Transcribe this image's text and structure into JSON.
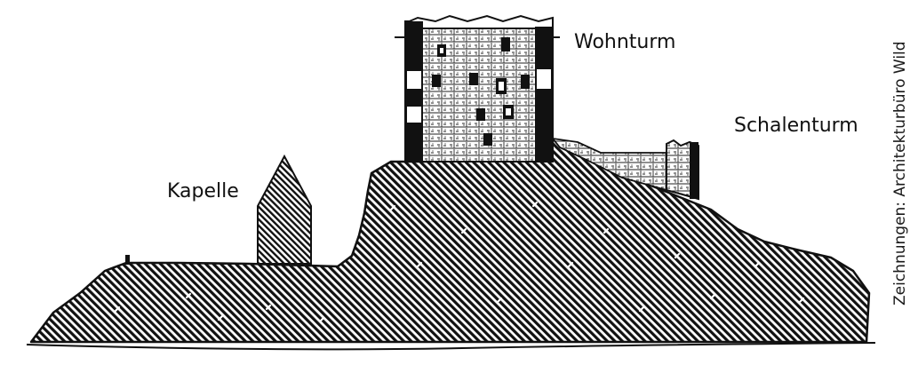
{
  "labels": {
    "kapelle": "Kapelle",
    "wohnturm": "Wohnturm",
    "schalenturm": "Schalenturm"
  },
  "credit": "Zeichnungen: Architekturbüro Wild",
  "colors": {
    "ink": "#111111",
    "paper": "#ffffff"
  }
}
